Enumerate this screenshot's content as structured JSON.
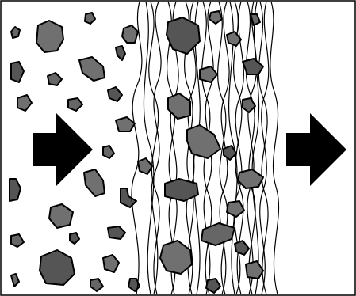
{
  "diagram": {
    "kind": "filtration-illustration",
    "colors": {
      "background": "#ffffff",
      "outline": "#000000",
      "particle_fill_light": "#777777",
      "particle_fill_mid": "#666666",
      "particle_fill_dark": "#555555",
      "arrow_fill": "#000000"
    },
    "elements": {
      "inlet_region": "loose-particles",
      "filter_region": "fibrous-filter-medium",
      "outlet_region": "clean-flow",
      "arrows": [
        "flow-arrow-in",
        "flow-arrow-out"
      ]
    }
  }
}
